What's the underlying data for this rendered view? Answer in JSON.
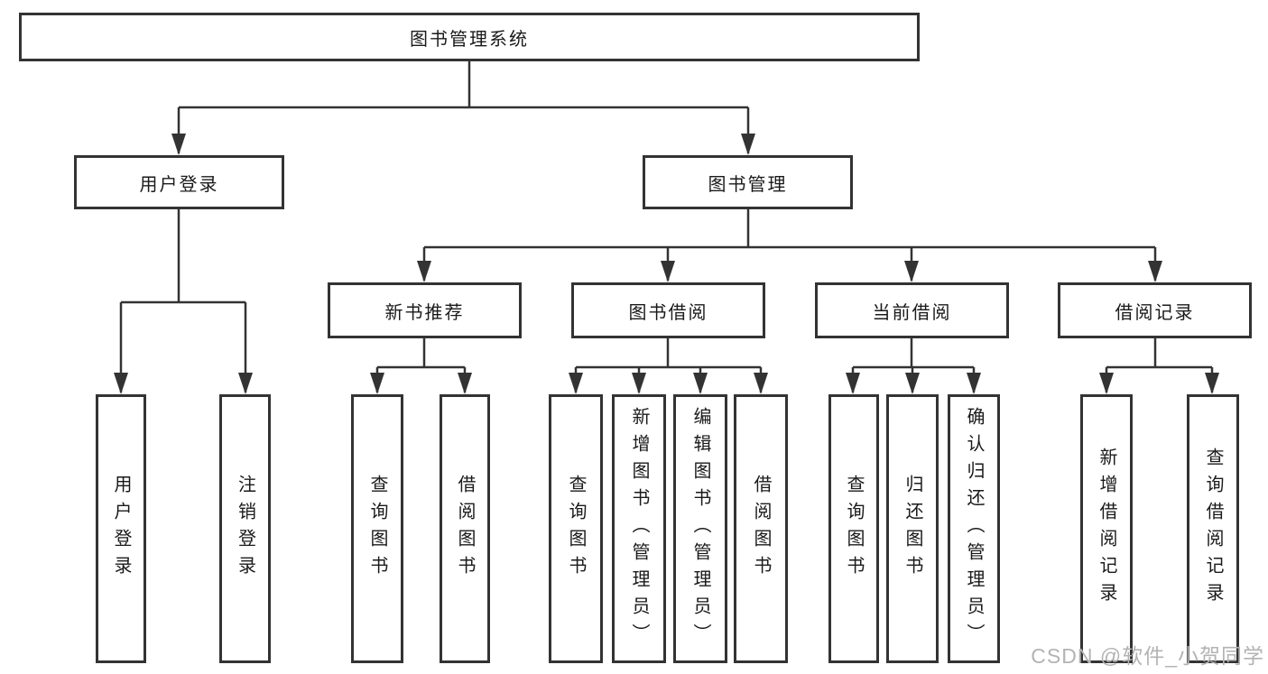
{
  "colors": {
    "line": "#333333",
    "box_border": "#333333",
    "text": "#1a1a1a",
    "background": "#ffffff",
    "watermark": "#b3b3b3"
  },
  "watermark": {
    "text": "CSDN @软件_小贺同学"
  },
  "tree": {
    "root": "图书管理系统",
    "branches": [
      {
        "label": "用户登录",
        "children": [
          "用户登录",
          "注销登录"
        ]
      },
      {
        "label": "图书管理",
        "groups": [
          {
            "label": "新书推荐",
            "children": [
              "查询图书",
              "借阅图书"
            ]
          },
          {
            "label": "图书借阅",
            "children": [
              "查询图书",
              "新增图书（管理员）",
              "编辑图书（管理员）",
              "借阅图书"
            ]
          },
          {
            "label": "当前借阅",
            "children": [
              "查询图书",
              "归还图书",
              "确认归还（管理员）"
            ]
          },
          {
            "label": "借阅记录",
            "children": [
              "新增借阅记录",
              "查询借阅记录"
            ]
          }
        ]
      }
    ]
  }
}
